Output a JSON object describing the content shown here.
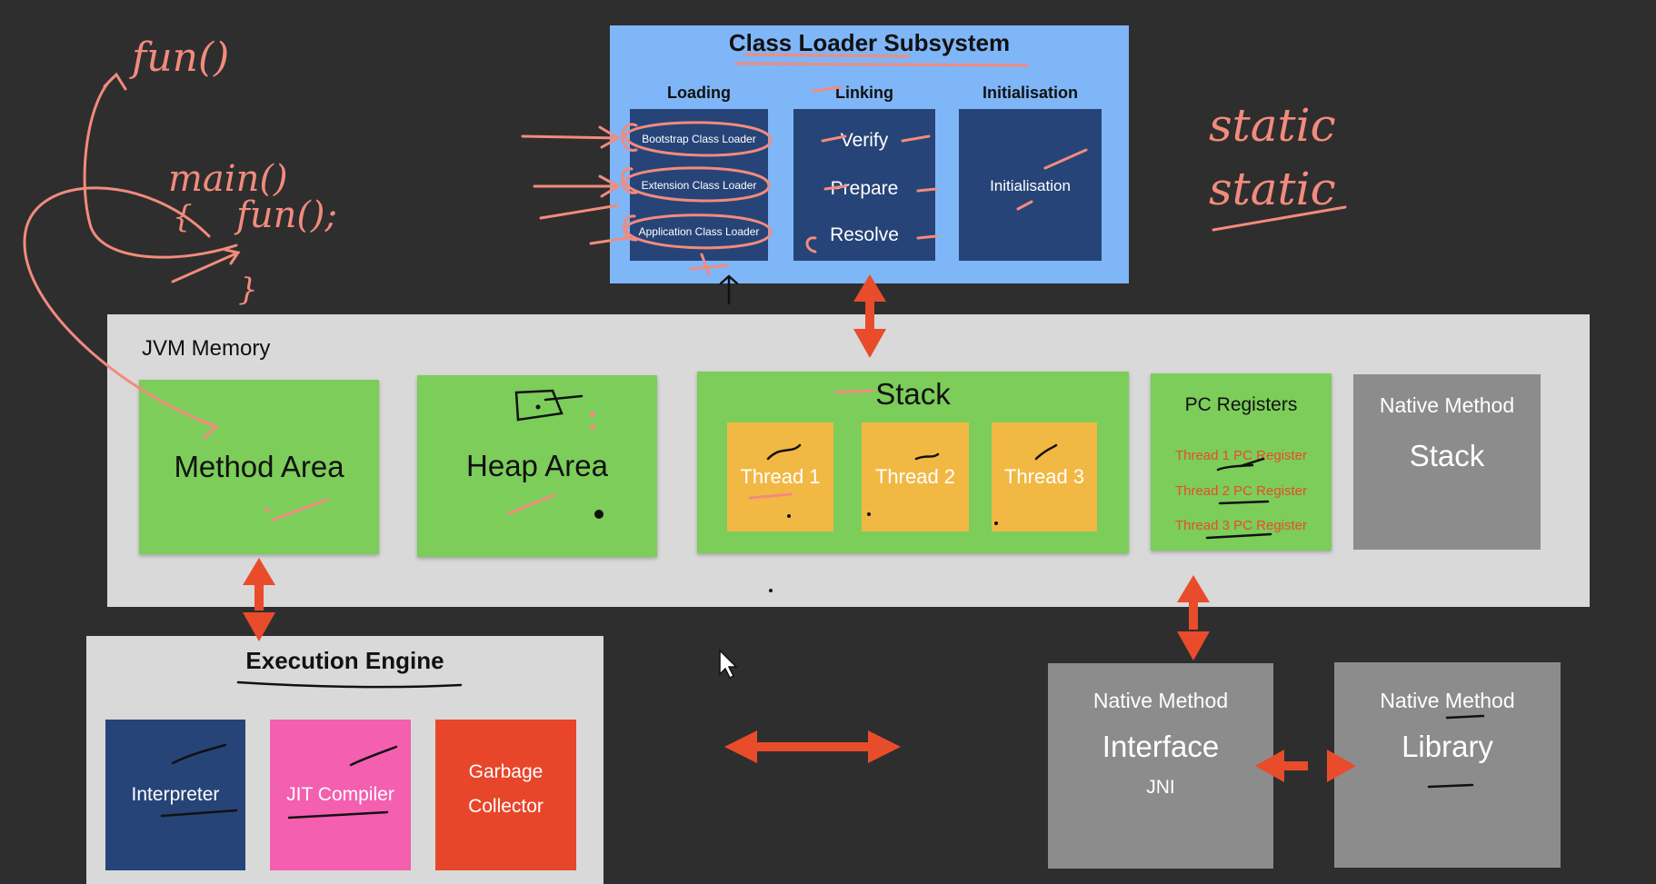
{
  "class_loader": {
    "title": "Class Loader Subsystem",
    "loading": {
      "header": "Loading",
      "items": [
        "Bootstrap Class Loader",
        "Extension Class Loader",
        "Application Class Loader"
      ]
    },
    "linking": {
      "header": "Linking",
      "items": [
        "Verify",
        "Prepare",
        "Resolve"
      ]
    },
    "initialisation": {
      "header": "Initialisation",
      "items": [
        "Initialisation"
      ]
    }
  },
  "jvm_memory": {
    "title": "JVM Memory",
    "method_area": "Method Area",
    "heap_area": "Heap Area",
    "stack": {
      "title": "Stack",
      "threads": [
        "Thread 1",
        "Thread 2",
        "Thread 3"
      ]
    },
    "pc_registers": {
      "title": "PC Registers",
      "items": [
        "Thread 1 PC Register",
        "Thread 2 PC Register",
        "Thread 3 PC Register"
      ]
    },
    "native_method_stack": {
      "line1": "Native Method",
      "line2": "Stack"
    }
  },
  "execution_engine": {
    "title": "Execution Engine",
    "interpreter": "Interpreter",
    "jit": "JIT Compiler",
    "gc_line1": "Garbage",
    "gc_line2": "Collector"
  },
  "native_interface": {
    "line1": "Native Method",
    "line2": "Interface",
    "line3": "JNI"
  },
  "native_library": {
    "line1": "Native Method",
    "line2": "Library"
  },
  "handwriting": {
    "fun_top": "fun()",
    "main": "main()",
    "open_brace": "{",
    "fun_call": "fun();",
    "close_brace": "}",
    "static1": "static",
    "static2": "static"
  },
  "colors": {
    "arrow": "#e84c2b",
    "ink": "#f28b7d",
    "navy": "#264478",
    "green": "#7ccd5a",
    "orange": "#f2b844",
    "pink": "#f45fb0",
    "red": "#e8462a",
    "grey": "#8c8c8c"
  }
}
